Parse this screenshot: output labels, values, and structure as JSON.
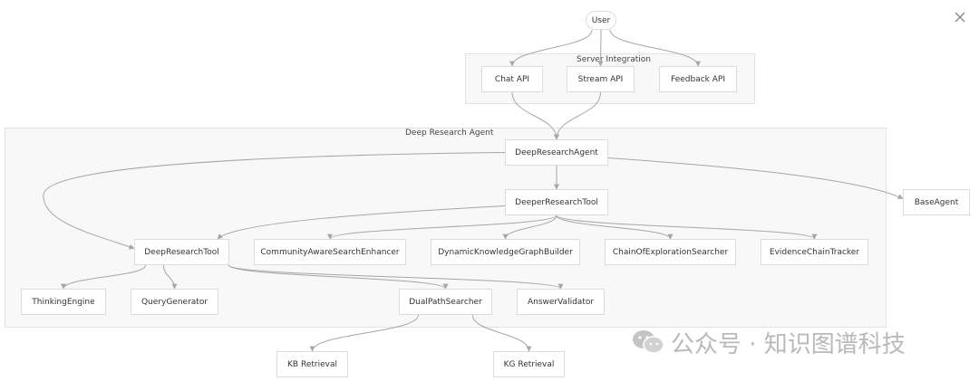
{
  "groups": {
    "server_integration": "Server Integration",
    "deep_research_agent": "Deep Research Agent"
  },
  "nodes": {
    "user": "User",
    "chat_api": "Chat API",
    "stream_api": "Stream API",
    "feedback_api": "Feedback API",
    "deep_research_agent": "DeepResearchAgent",
    "base_agent": "BaseAgent",
    "deeper_research_tool": "DeeperResearchTool",
    "deep_research_tool": "DeepResearchTool",
    "community_aware_search_enhancer": "CommunityAwareSearchEnhancer",
    "dynamic_kg_builder": "DynamicKnowledgeGraphBuilder",
    "chain_of_exploration_searcher": "ChainOfExplorationSearcher",
    "evidence_chain_tracker": "EvidenceChainTracker",
    "thinking_engine": "ThinkingEngine",
    "query_generator": "QueryGenerator",
    "dual_path_searcher": "DualPathSearcher",
    "answer_validator": "AnswerValidator",
    "kb_retrieval": "KB Retrieval",
    "kg_retrieval": "KG Retrieval"
  },
  "edges": [
    [
      "user",
      "chat_api"
    ],
    [
      "user",
      "stream_api"
    ],
    [
      "user",
      "feedback_api"
    ],
    [
      "chat_api",
      "deep_research_agent"
    ],
    [
      "stream_api",
      "deep_research_agent"
    ],
    [
      "deep_research_agent",
      "deeper_research_tool"
    ],
    [
      "deep_research_agent",
      "deep_research_tool"
    ],
    [
      "deep_research_agent",
      "base_agent"
    ],
    [
      "deeper_research_tool",
      "deep_research_tool"
    ],
    [
      "deeper_research_tool",
      "community_aware_search_enhancer"
    ],
    [
      "deeper_research_tool",
      "dynamic_kg_builder"
    ],
    [
      "deeper_research_tool",
      "chain_of_exploration_searcher"
    ],
    [
      "deeper_research_tool",
      "evidence_chain_tracker"
    ],
    [
      "deep_research_tool",
      "thinking_engine"
    ],
    [
      "deep_research_tool",
      "query_generator"
    ],
    [
      "deep_research_tool",
      "dual_path_searcher"
    ],
    [
      "deep_research_tool",
      "answer_validator"
    ],
    [
      "dual_path_searcher",
      "kb_retrieval"
    ],
    [
      "dual_path_searcher",
      "kg_retrieval"
    ]
  ],
  "watermark": {
    "text": "公众号 · 知识图谱科技",
    "icon": "wechat-icon"
  },
  "close_icon": "close-icon",
  "colors": {
    "edge": "#a6a6a6",
    "node_border": "#dcdcdc",
    "cluster_fill": "#f8f8f8",
    "watermark": "#b9b9b9"
  }
}
